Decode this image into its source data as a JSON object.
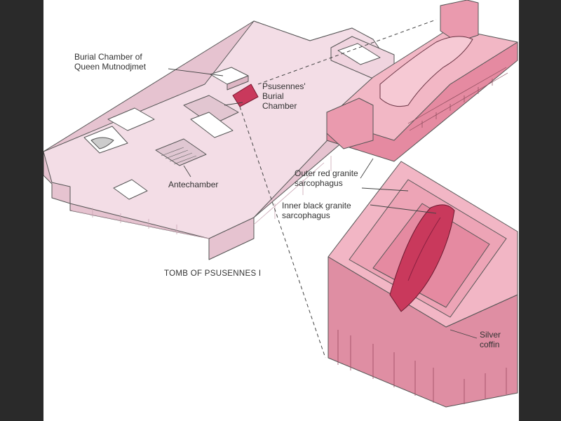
{
  "diagram": {
    "title": "TOMB OF PSUSENNES I",
    "labels": {
      "burial_chamber_queen_line1": "Burial Chamber of",
      "burial_chamber_queen_line2": "Queen Mutnodjmet",
      "psusennes_line1": "Psusennes'",
      "psusennes_line2": "Burial",
      "psusennes_line3": "Chamber",
      "antechamber": "Antechamber",
      "outer_line1": "Outer red granite",
      "outer_line2": "sarcophagus",
      "inner_line1": "Inner black granite",
      "inner_line2": "sarcophagus",
      "silver_line1": "Silver",
      "silver_line2": "coffin"
    },
    "colors": {
      "tomb_fill": "#f3dde6",
      "tomb_side": "#e6c3d0",
      "lid_fill": "#ea9aae",
      "base_fill": "#e8a0b3",
      "coffin_fill": "#c9395c",
      "line": "#444444"
    }
  }
}
